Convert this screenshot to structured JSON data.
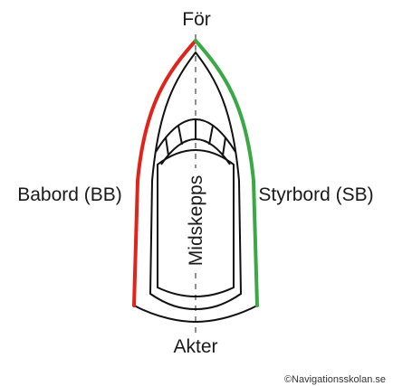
{
  "labels": {
    "bow": "För",
    "stern": "Akter",
    "port": "Babord (BB)",
    "starboard": "Styrbord (SB)",
    "midship": "Midskepps"
  },
  "copyright": "©Navigationsskolan.se",
  "colors": {
    "port_side": "#e0231b",
    "starboard_side": "#3aa845",
    "hull_outline": "#111111",
    "background": "#ffffff"
  }
}
